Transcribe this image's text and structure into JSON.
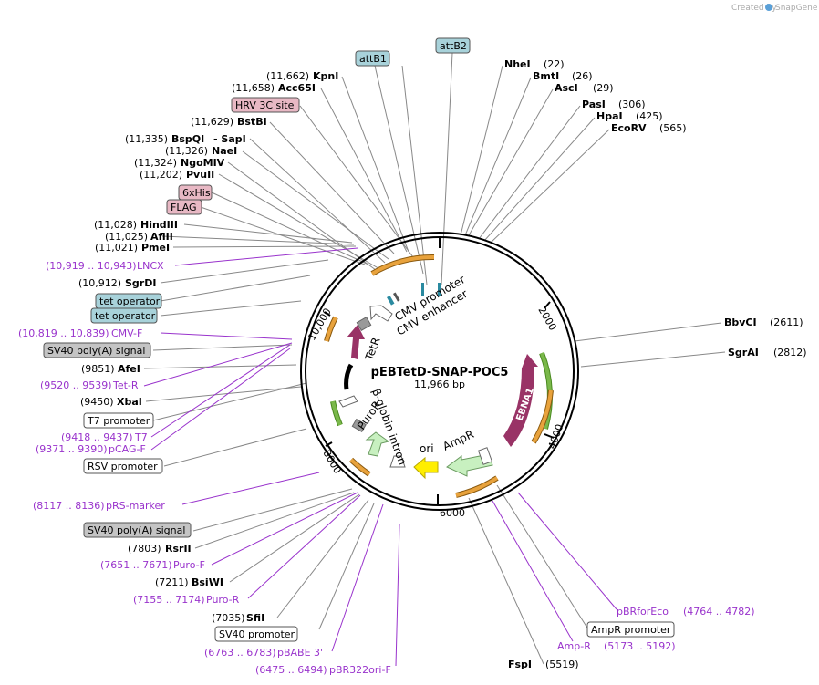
{
  "credit": {
    "created_by": "Created by",
    "brand": "SnapGene"
  },
  "map": {
    "name": "pEBTetD-SNAP-POC5",
    "length": "11,966 bp"
  },
  "ticks": [
    "2000",
    "4000",
    "6000",
    "8000",
    "10,000"
  ],
  "colors": {
    "site_line": "#888888",
    "primer": "#9933cc",
    "attB_fill": "#a8d2da",
    "tag_fill": "#e8b8c4",
    "grey_fill": "#c4c4c4",
    "promoter_fill": "#ffffff",
    "orange_feature": "#e8a23c",
    "green_feature": "#7ab84a",
    "maroon_feature": "#993366",
    "pale_green_feature": "#c8f0c0",
    "yellow_feature": "#ffee00"
  },
  "inner_features": [
    "CMV promoter",
    "CMV enhancer",
    "TetR",
    "EBNA1",
    "β-globin intron",
    "PuroR",
    "ori",
    "AmpR"
  ],
  "labels": {
    "attB1": "attB1",
    "attB2": "attB2",
    "NheI": {
      "name": "NheI",
      "pos": "(22)"
    },
    "BmtI": {
      "name": "BmtI",
      "pos": "(26)"
    },
    "AscI": {
      "name": "AscI",
      "pos": "(29)"
    },
    "PasI": {
      "name": "PasI",
      "pos": "(306)"
    },
    "HpaI": {
      "name": "HpaI",
      "pos": "(425)"
    },
    "EcoRV": {
      "name": "EcoRV",
      "pos": "(565)"
    },
    "BbvCI": {
      "name": "BbvCI",
      "pos": "(2611)"
    },
    "SgrAI": {
      "name": "SgrAI",
      "pos": "(2812)"
    },
    "pBRforEco": {
      "name": "pBRforEco",
      "pos": "(4764 .. 4782)"
    },
    "AmpRpromoter": "AmpR promoter",
    "AmpR_primer": {
      "name": "Amp-R",
      "pos": "(5173 .. 5192)"
    },
    "FspI": {
      "name": "FspI",
      "pos": "(5519)"
    },
    "pBR322oriF": {
      "name": "pBR322ori-F",
      "pos": "(6475 .. 6494)"
    },
    "pBABE3": {
      "name": "pBABE 3'",
      "pos": "(6763 .. 6783)"
    },
    "SV40promoter": "SV40 promoter",
    "SfiI": {
      "name": "SfiI",
      "pos": "(7035)"
    },
    "PuroR_primer": {
      "name": "Puro-R",
      "pos": "(7155 .. 7174)"
    },
    "BsiWI": {
      "name": "BsiWI",
      "pos": "(7211)"
    },
    "PuroF": {
      "name": "Puro-F",
      "pos": "(7651 .. 7671)"
    },
    "RsrII": {
      "name": "RsrII",
      "pos": "(7803)"
    },
    "SV40polyA_2": "SV40 poly(A) signal",
    "pRSmarker": {
      "name": "pRS-marker",
      "pos": "(8117 .. 8136)"
    },
    "RSVpromoter": "RSV promoter",
    "pCAGF": {
      "name": "pCAG-F",
      "pos": "(9371 .. 9390)"
    },
    "T7": {
      "name": "T7",
      "pos": "(9418 .. 9437)"
    },
    "T7promoter": "T7 promoter",
    "XbaI": {
      "name": "XbaI",
      "pos": "(9450)"
    },
    "TetR_primer": {
      "name": "Tet-R",
      "pos": "(9520 .. 9539)"
    },
    "AfeI": {
      "name": "AfeI",
      "pos": "(9851)"
    },
    "SV40polyA_1": "SV40 poly(A) signal",
    "CMVF": {
      "name": "CMV-F",
      "pos": "(10,819 .. 10,839)"
    },
    "tetop1": "tet operator",
    "tetop2": "tet operator",
    "SgrDI": {
      "name": "SgrDI",
      "pos": "(10,912)"
    },
    "LNCX": {
      "name": "LNCX",
      "pos": "(10,919 .. 10,943)"
    },
    "PmeI": {
      "name": "PmeI",
      "pos": "(11,021)"
    },
    "AflII": {
      "name": "AflII",
      "pos": "(11,025)"
    },
    "HindIII": {
      "name": "HindIII",
      "pos": "(11,028)"
    },
    "FLAG": "FLAG",
    "6xHis": "6xHis",
    "PvuII": {
      "name": "PvuII",
      "pos": "(11,202)"
    },
    "NgoMIV": {
      "name": "NgoMIV",
      "pos": "(11,324)"
    },
    "NaeI": {
      "name": "NaeI",
      "pos": "(11,326)"
    },
    "BspQI": {
      "name": "BspQI",
      "pos": "(11,335)"
    },
    "SapI": {
      "name": "- SapI",
      "pos": ""
    },
    "BstBI": {
      "name": "BstBI",
      "pos": "(11,629)"
    },
    "HRV3C": "HRV 3C site",
    "Acc65I": {
      "name": "Acc65I",
      "pos": "(11,658)"
    },
    "KpnI": {
      "name": "KpnI",
      "pos": "(11,662)"
    }
  }
}
